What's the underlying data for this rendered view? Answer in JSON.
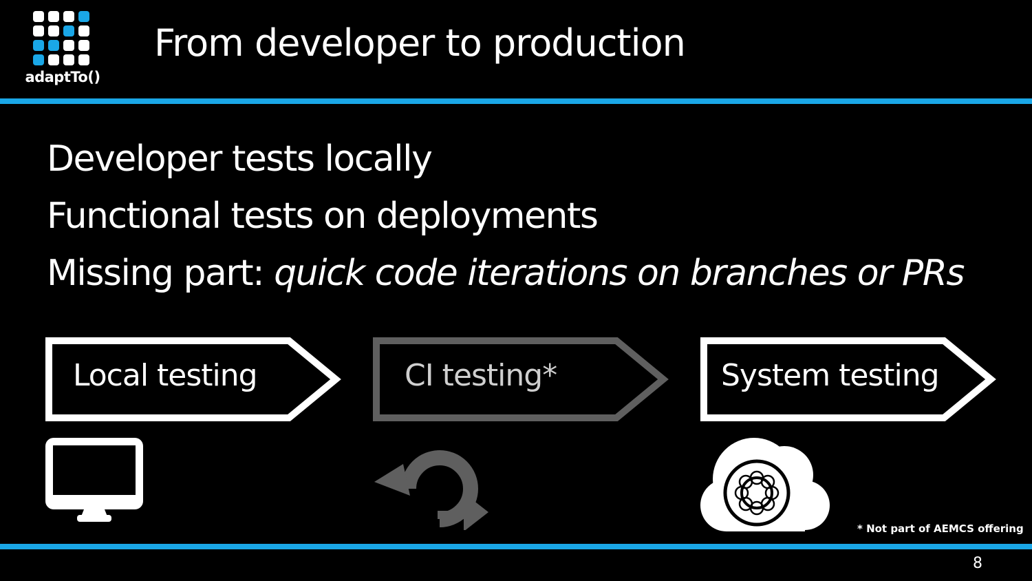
{
  "header": {
    "logo_text": "adaptTo()",
    "title": "From developer to production"
  },
  "bullets": [
    {
      "text": "Developer tests locally"
    },
    {
      "text": "Functional tests on deployments"
    },
    {
      "text": "Missing part: ",
      "emphasis": "quick code iterations on branches or PRs"
    }
  ],
  "stages": [
    {
      "label": "Local testing",
      "icon": "desktop-monitor-icon"
    },
    {
      "label": "CI testing*",
      "icon": "refresh-cycle-icon"
    },
    {
      "label": "System testing",
      "icon": "cloud-aem-icon"
    }
  ],
  "footnote": "* Not part of AEMCS offering",
  "page_number": "8",
  "colors": {
    "background": "#000000",
    "accent": "#1aa7e7",
    "text": "#ffffff",
    "muted": "#5f5f5f"
  }
}
